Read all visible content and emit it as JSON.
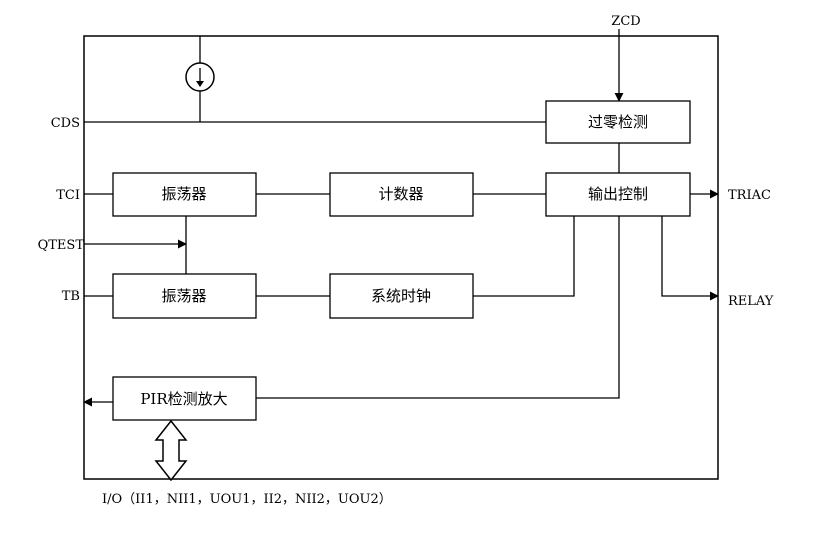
{
  "pins": {
    "zcd": "ZCD",
    "cds": "CDS",
    "tci": "TCI",
    "qtest": "QTEST",
    "tb": "TB",
    "triac": "TRIAC",
    "relay": "RELAY"
  },
  "blocks": {
    "zero_detect": "过零检测",
    "output_control": "输出控制",
    "oscillator_1": "振荡器",
    "counter": "计数器",
    "oscillator_2": "振荡器",
    "system_clock": "系统时钟",
    "pir_amp": "PIR检测放大"
  },
  "io_label": "I/O（II1，NII1，UOU1，II2，NII2，UOU2）",
  "icons": {
    "current_source": "current-source-icon",
    "bidirectional_bus": "bidirectional-arrow-icon"
  }
}
